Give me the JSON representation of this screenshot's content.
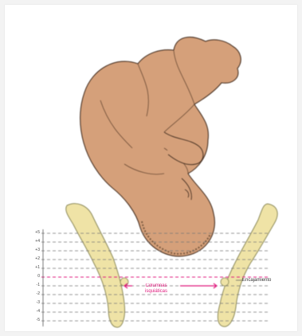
{
  "colors": {
    "skin": "#d5a07a",
    "skin_shadow": "#b9825e",
    "outline": "#4a3324",
    "bone": "#efe3a6",
    "bone_outline": "#8c8a5a",
    "dashed_line": "#777777",
    "highlight_line": "#e0197d"
  },
  "stations": [
    "+5",
    "+4",
    "+3",
    "+2",
    "+1",
    "0",
    "-1",
    "-2",
    "-3",
    "-4",
    "-5"
  ],
  "center_label": {
    "line1": "Columnas",
    "line2": "isquiáticas"
  },
  "side_label": "Encajamiento"
}
